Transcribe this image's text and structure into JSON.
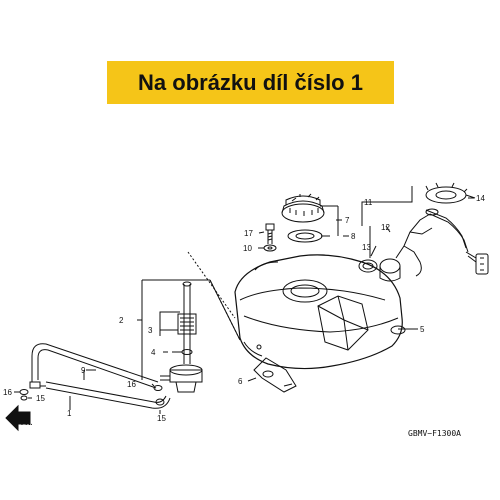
{
  "banner": {
    "text": "Na obrázku díl číslo 1",
    "color": "#f5c518"
  },
  "callouts": {
    "c1": "1",
    "c2": "2",
    "c3": "3",
    "c4": "4",
    "c5": "5",
    "c6": "6",
    "c7": "7",
    "c8": "8",
    "c9": "9",
    "c10": "10",
    "c11": "11",
    "c12": "12",
    "c13": "13",
    "c14": "14",
    "c15a": "15",
    "c15b": "15",
    "c16a": "16",
    "c16b": "16",
    "c17": "17"
  },
  "direction_label": "FR.",
  "reference_code": "GBMV−F1300A"
}
